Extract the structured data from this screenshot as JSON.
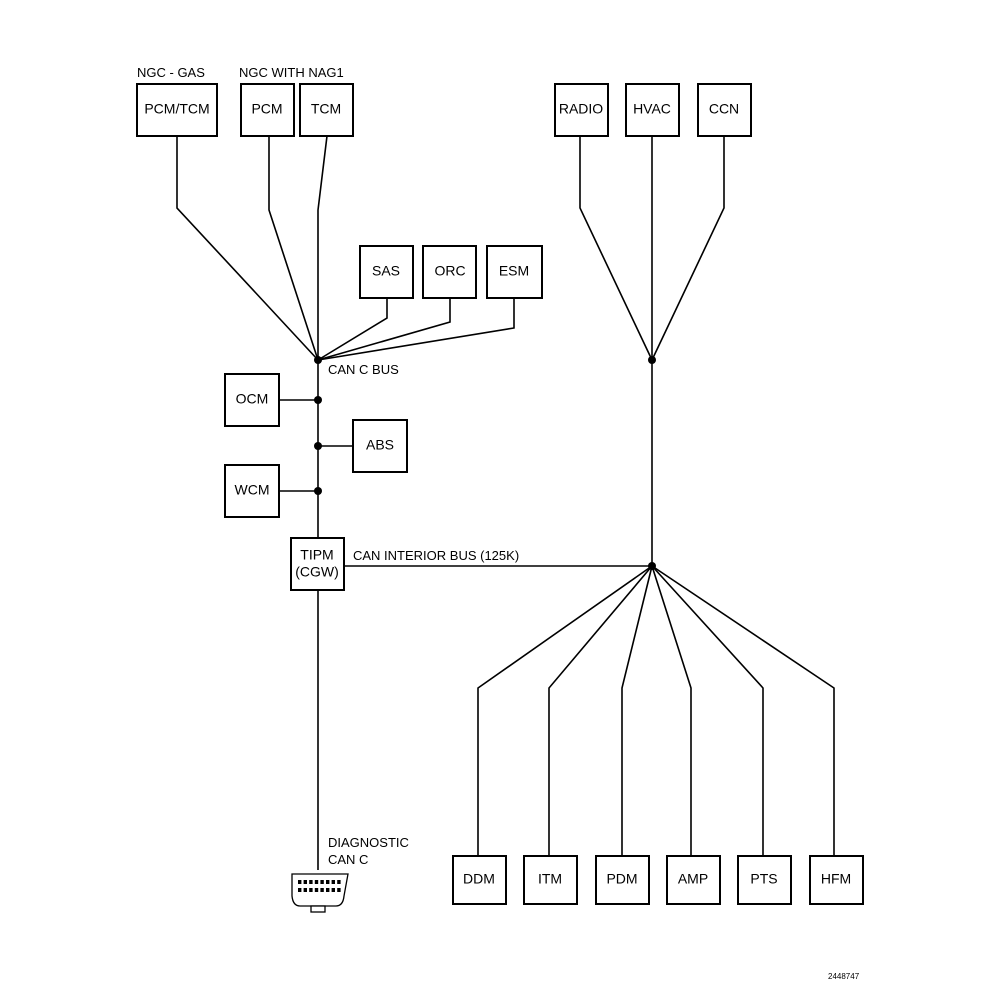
{
  "labels": {
    "ngc_gas": "NGC - GAS",
    "ngc_nag1": "NGC WITH NAG1",
    "can_c_bus": "CAN C BUS",
    "can_interior_bus": "CAN INTERIOR BUS (125K)",
    "diagnostic_line1": "DIAGNOSTIC",
    "diagnostic_line2": "CAN C",
    "figure_id": "2448747"
  },
  "modules": {
    "pcm_tcm": "PCM/TCM",
    "pcm": "PCM",
    "tcm": "TCM",
    "sas": "SAS",
    "orc": "ORC",
    "esm": "ESM",
    "ocm": "OCM",
    "abs": "ABS",
    "wcm": "WCM",
    "tipm_line1": "TIPM",
    "tipm_line2": "(CGW)",
    "radio": "RADIO",
    "hvac": "HVAC",
    "ccn": "CCN",
    "ddm": "DDM",
    "itm": "ITM",
    "pdm": "PDM",
    "amp": "AMP",
    "pts": "PTS",
    "hfm": "HFM"
  }
}
